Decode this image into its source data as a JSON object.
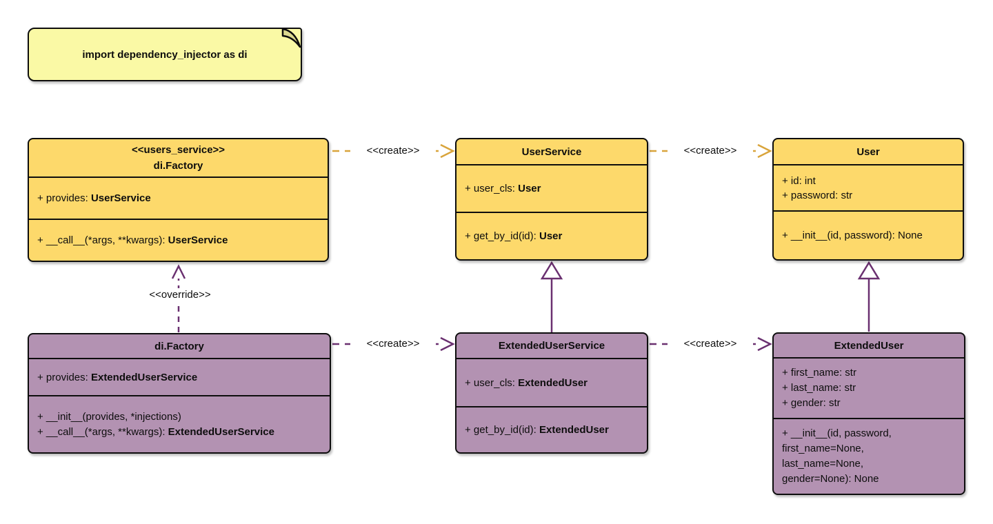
{
  "diagram": {
    "note_text": "import dependency_injector as di",
    "create_label": "<<create>>",
    "override_label": "<<override>>"
  },
  "colors": {
    "class_yellow": "#FDD96B",
    "class_purple": "#B392B2",
    "note_yellow": "#FAF9A5",
    "note_fold": "#DCD98F",
    "arrow_yellow": "#D9A43B",
    "arrow_purple": "#6A3070",
    "triangle_fill": "#FFFFFF"
  },
  "classes": {
    "users_service_factory": {
      "stereotype": "<<users_service>>",
      "name": "di.Factory",
      "attr_prefix": "+ provides: ",
      "attr_type": "UserService",
      "method_prefix": "+ __call__(*args, **kwargs): ",
      "method_type": "UserService"
    },
    "user_service": {
      "name": "UserService",
      "attr_prefix": "+ user_cls: ",
      "attr_type": "User",
      "method_prefix": "+ get_by_id(id): ",
      "method_type": "User"
    },
    "user": {
      "name": "User",
      "attr_lines": [
        "+ id: int",
        "+ password: str"
      ],
      "method_line": "+ __init__(id, password): None"
    },
    "extended_factory": {
      "name": "di.Factory",
      "attr_prefix": "+ provides: ",
      "attr_type": "ExtendedUserService",
      "method_line1": "+ __init__(provides, *injections)",
      "method2_prefix": "+ __call__(*args, **kwargs): ",
      "method2_type": "ExtendedUserService"
    },
    "extended_user_service": {
      "name": "ExtendedUserService",
      "attr_prefix": "+ user_cls: ",
      "attr_type": "ExtendedUser",
      "method_prefix": "+ get_by_id(id): ",
      "method_type": "ExtendedUser"
    },
    "extended_user": {
      "name": "ExtendedUser",
      "attr_lines": [
        "+ first_name: str",
        "+ last_name: str",
        "+ gender: str"
      ],
      "method_lines": [
        "+ __init__(id, password,",
        "first_name=None,",
        "last_name=None,",
        "gender=None): None"
      ]
    }
  }
}
